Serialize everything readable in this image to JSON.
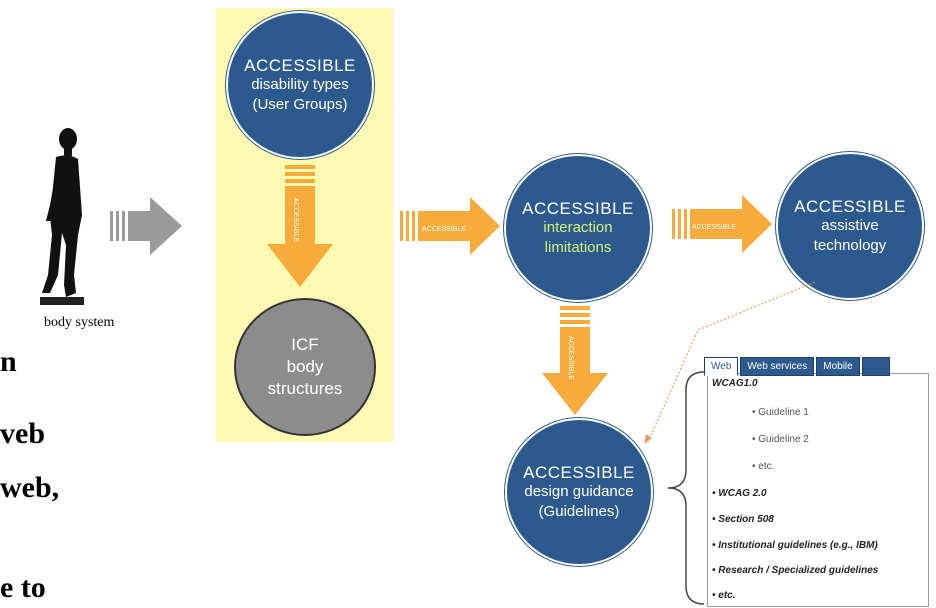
{
  "body_system": {
    "label": "body system"
  },
  "disability_circle": {
    "title": "ACCESSIBLE",
    "line1": "disability types",
    "line2": "(User Groups)"
  },
  "icf_circle": {
    "line1": "ICF",
    "line2": "body",
    "line3": "structures"
  },
  "interaction_circle": {
    "title": "ACCESSIBLE",
    "line1": "interaction",
    "line2": "limitations"
  },
  "assistive_circle": {
    "title": "ACCESSIBLE",
    "line1": "assistive",
    "line2": "technology"
  },
  "design_circle": {
    "title": "ACCESSIBLE",
    "line1": "design guidance",
    "line2": "(Guidelines)"
  },
  "arrow_labels": {
    "vertical1": "ACCESSIBLE",
    "horizontal1": "ACCESSIBLE",
    "horizontal2": "ACCESSIBLE",
    "vertical2": "ACCESSIBLE"
  },
  "partial_text": [
    "n",
    "veb",
    "web,",
    "",
    "e to"
  ],
  "guidelines_panel": {
    "tabs": [
      "Web",
      "Web services",
      "Mobile",
      ""
    ],
    "items": [
      {
        "text": "WCAG1.0",
        "style": "bold"
      },
      {
        "text": "Guideline 1",
        "style": "sub"
      },
      {
        "text": "Guideline 2",
        "style": "sub"
      },
      {
        "text": "etc.",
        "style": "sub"
      },
      {
        "text": "WCAG 2.0",
        "style": "bold"
      },
      {
        "text": "Section 508",
        "style": "bold"
      },
      {
        "text": "Institutional guidelines (e.g., IBM)",
        "style": "bold"
      },
      {
        "text": "Research / Specialized guidelines",
        "style": "bold"
      },
      {
        "text": "etc.",
        "style": "bold"
      }
    ]
  },
  "colors": {
    "circle_blue": "#2c5a8f",
    "circle_gray": "#8c8c8c",
    "arrow_orange": "#f7ab3a",
    "arrow_gray": "#9a9a9a",
    "panel_yellow": "#fffab3",
    "highlight_green": "#d4f27a"
  }
}
